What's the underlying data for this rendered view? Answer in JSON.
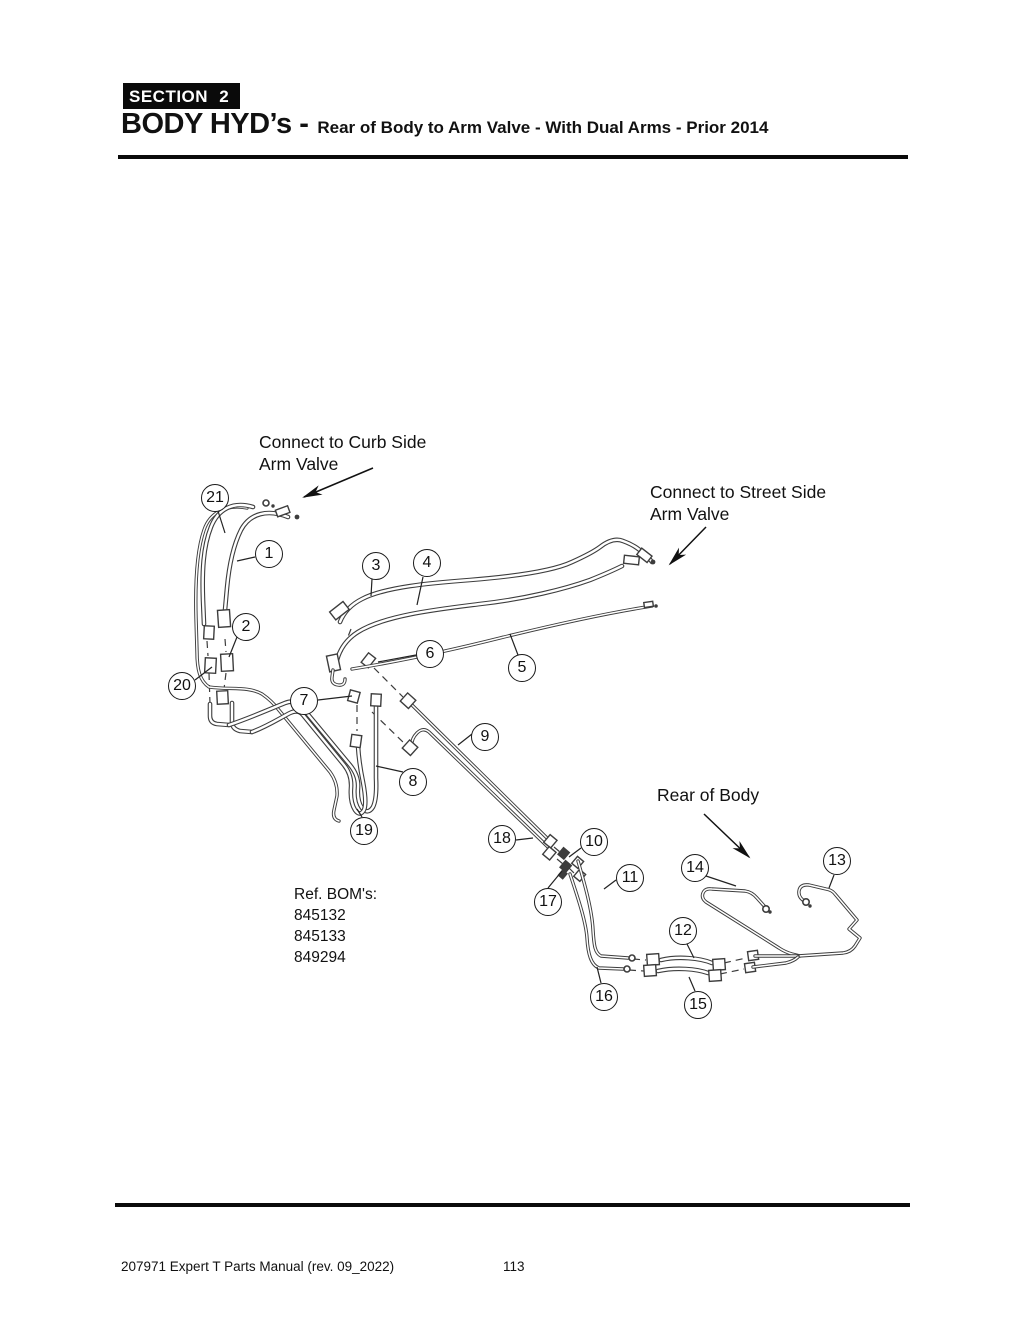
{
  "header": {
    "section_badge": "SECTION 2",
    "title": "BODY HYD’s -",
    "subtitle": "Rear of Body to Arm Valve - With Dual Arms - Prior 2014"
  },
  "diagram": {
    "labels": {
      "curb_line1": "Connect to Curb Side",
      "curb_line2": "Arm Valve",
      "street_line1": "Connect to Street Side",
      "street_line2": "Arm Valve",
      "rear_of_body": "Rear of Body",
      "bom_heading": "Ref. BOM's:",
      "bom_items": [
        "845132",
        "845133",
        "849294"
      ]
    },
    "callouts": [
      "1",
      "2",
      "3",
      "4",
      "5",
      "6",
      "7",
      "8",
      "9",
      "10",
      "11",
      "12",
      "13",
      "14",
      "15",
      "16",
      "17",
      "18",
      "19",
      "20",
      "21"
    ]
  },
  "footer": {
    "manual_ref": "207971 Expert T Parts Manual (rev. 09_2022)",
    "page_number": "113"
  }
}
